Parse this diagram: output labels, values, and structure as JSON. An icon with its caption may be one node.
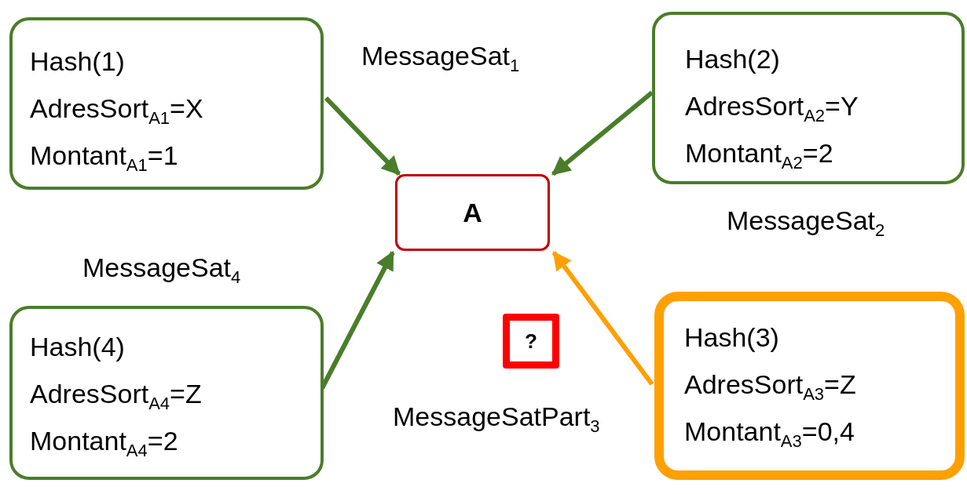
{
  "diagram": {
    "nodes": [
      {
        "text": [
          "Hash(1)",
          "AdresSort$_{A1}$=X",
          "Montant$_{A1}$=1"
        ]
      },
      {
        "text": [
          "Hash(2)",
          "AdresSort$_{A2}$=Y",
          "Montant$_{A2}$=2"
        ]
      },
      {
        "text": [
          "A"
        ]
      },
      {
        "text": [
          "Hash(4)",
          "AdresSort$_{A4}$=Z",
          "Montant$_{A4}$=2"
        ]
      },
      {
        "text": [
          "?"
        ]
      },
      {
        "text": [
          "Hash(3)",
          "AdresSort$_{A3}$=Z",
          "Montant$_{A3}$=0,4"
        ]
      }
    ],
    "edges": [
      {
        "from": 0,
        "to": 2,
        "arrow": "to"
      },
      {
        "from": 1,
        "to": 2,
        "arrow": "to"
      },
      {
        "from": 3,
        "to": 2,
        "arrow": "to"
      },
      {
        "from": 5,
        "to": 2,
        "arrow": "to",
        "color": "#ffa000"
      }
    ],
    "labels": [
      "MessageSat$_{1}$",
      "MessageSat$_{2}$",
      "MessageSat$_{4}$",
      "MessageSatPart$_{3}$"
    ]
  }
}
